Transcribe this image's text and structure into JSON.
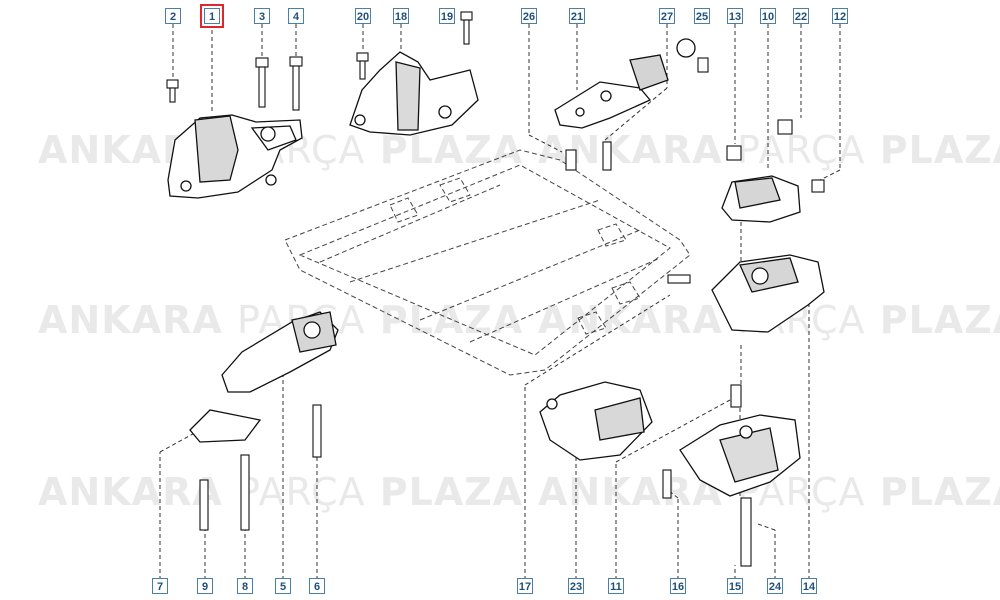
{
  "watermark": {
    "left": "ANKARA",
    "mid": "PARÇA",
    "right": "PLAZA"
  },
  "selected_label": "1",
  "labels": [
    "2",
    "1",
    "3",
    "4",
    "20",
    "18",
    "19",
    "26",
    "21",
    "27",
    "25",
    "13",
    "10",
    "22",
    "12",
    "7",
    "9",
    "8",
    "5",
    "6",
    "17",
    "23",
    "11",
    "16",
    "15",
    "24",
    "14"
  ],
  "colors": {
    "label_border": "#4a7fa6",
    "label_text": "#1f4f7a",
    "highlight": "#e0262d",
    "line": "#333333"
  }
}
